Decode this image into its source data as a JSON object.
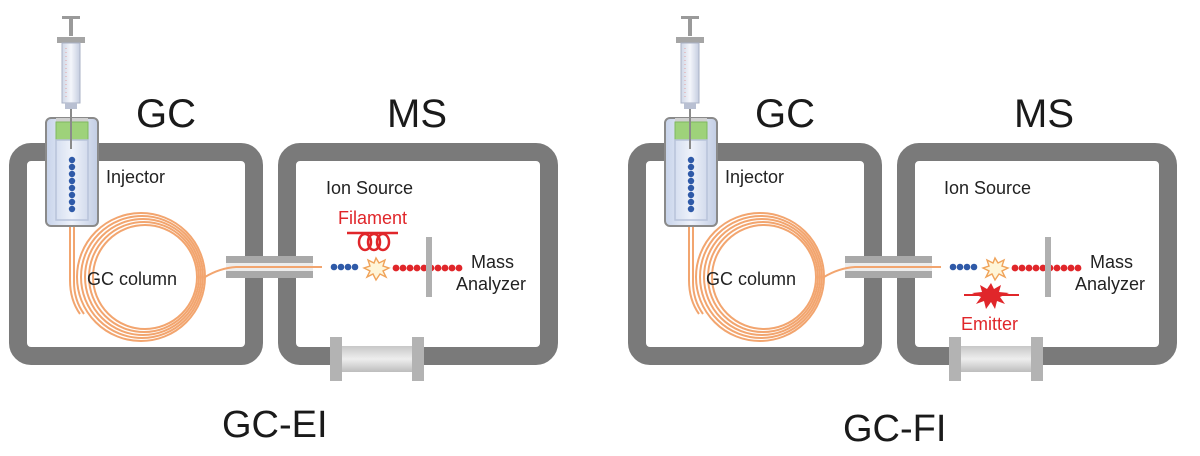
{
  "panels": [
    {
      "gc_label": "GC",
      "ms_label": "MS",
      "injector_label": "Injector",
      "column_label": "GC column",
      "ion_source_label": "Ion Source",
      "ionizer_label": "Filament",
      "analyzer_label_1": "Mass",
      "analyzer_label_2": "Analyzer",
      "caption": "GC-EI"
    },
    {
      "gc_label": "GC",
      "ms_label": "MS",
      "injector_label": "Injector",
      "column_label": "GC column",
      "ion_source_label": "Ion Source",
      "ionizer_label": "Emitter",
      "analyzer_label_1": "Mass",
      "analyzer_label_2": "Analyzer",
      "caption": "GC-FI"
    }
  ],
  "colors": {
    "housing": "#7a7a7a",
    "column": "#f2a56f",
    "molecule_blue": "#2f5aa8",
    "ion_red": "#e0262a",
    "injector_cap": "#9ed27a"
  }
}
